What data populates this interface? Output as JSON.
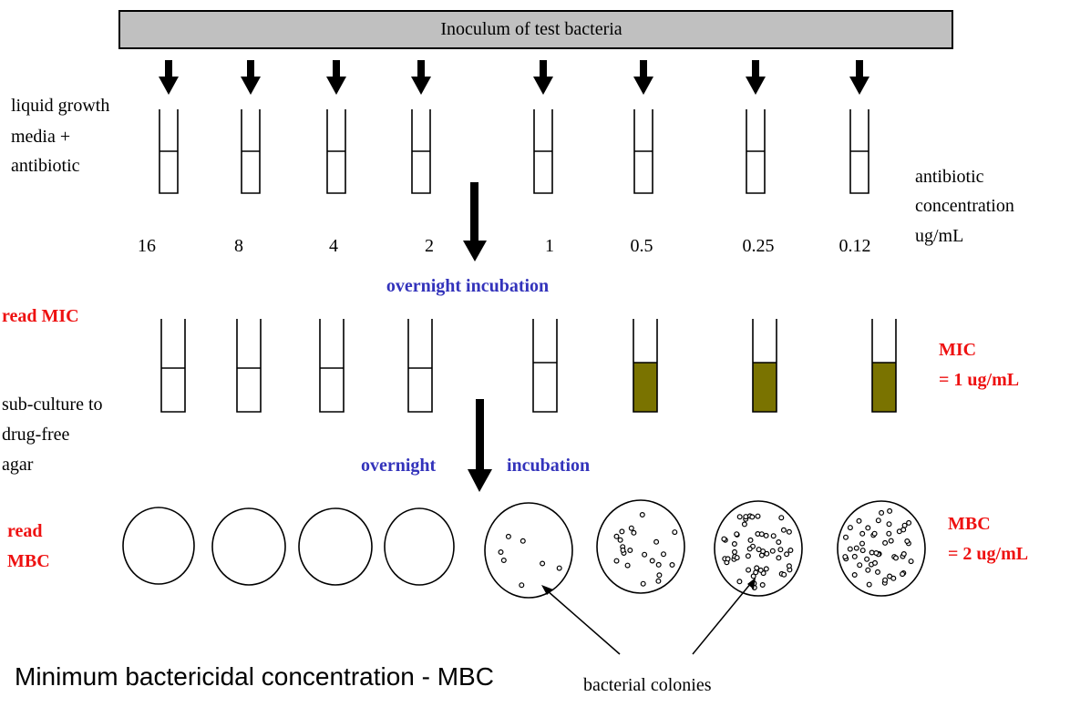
{
  "header": {
    "title": "Inoculum of test bacteria"
  },
  "labels": {
    "liquid_media": [
      "liquid growth",
      "media +",
      "antibiotic"
    ],
    "concentration_axis": [
      "antibiotic",
      "concentration",
      "ug/mL"
    ],
    "overnight_incubation_1": "overnight incubation",
    "overnight_2a": "overnight",
    "overnight_2b": "incubation",
    "read_mic": "read  MIC",
    "subculture": [
      "sub-culture to",
      "drug-free",
      "agar"
    ],
    "mic_result": [
      "MIC",
      "= 1 ug/mL"
    ],
    "read_mbc": [
      "read",
      "MBC"
    ],
    "mbc_result": [
      "MBC",
      "= 2 ug/mL"
    ],
    "bacterial_colonies": "bacterial colonies",
    "footer_title": "Minimum bactericidal concentration - MBC"
  },
  "concentrations": [
    "16",
    "8",
    "4",
    "2",
    "1",
    "0.5",
    "0.25",
    "0.12"
  ],
  "mic_tube_turbid": [
    false,
    false,
    false,
    false,
    false,
    true,
    true,
    true
  ],
  "plate_colony_counts": [
    0,
    0,
    0,
    0,
    7,
    22,
    55,
    50
  ],
  "colors": {
    "header_fill": "#c0c0c0",
    "turbid_fill": "#7a7300",
    "red_text": "#ee1111",
    "blue_text": "#3333bb"
  }
}
